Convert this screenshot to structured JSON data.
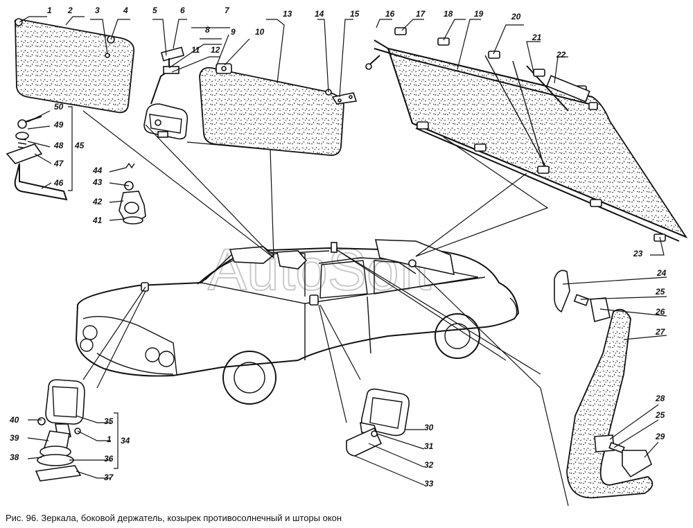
{
  "watermark": "AutoSoft",
  "caption": "Рис. 96. Зеркала, боковой держатель, козырек противосолнечный и шторы окон",
  "callouts": [
    {
      "id": "c1",
      "text": "1"
    },
    {
      "id": "c2",
      "text": "2"
    },
    {
      "id": "c3",
      "text": "3"
    },
    {
      "id": "c4",
      "text": "4"
    },
    {
      "id": "c5",
      "text": "5"
    },
    {
      "id": "c6",
      "text": "6"
    },
    {
      "id": "c7",
      "text": "7"
    },
    {
      "id": "c8",
      "text": "8"
    },
    {
      "id": "c9",
      "text": "9"
    },
    {
      "id": "c10",
      "text": "10"
    },
    {
      "id": "c11",
      "text": "11"
    },
    {
      "id": "c12",
      "text": "12"
    },
    {
      "id": "c13",
      "text": "13"
    },
    {
      "id": "c14",
      "text": "14"
    },
    {
      "id": "c15",
      "text": "15"
    },
    {
      "id": "c16",
      "text": "16"
    },
    {
      "id": "c17",
      "text": "17"
    },
    {
      "id": "c18",
      "text": "18"
    },
    {
      "id": "c19",
      "text": "19"
    },
    {
      "id": "c20",
      "text": "20"
    },
    {
      "id": "c21",
      "text": "21"
    },
    {
      "id": "c22",
      "text": "22"
    },
    {
      "id": "c23",
      "text": "23"
    },
    {
      "id": "c24",
      "text": "24"
    },
    {
      "id": "c25a",
      "text": "25"
    },
    {
      "id": "c26",
      "text": "26"
    },
    {
      "id": "c27",
      "text": "27"
    },
    {
      "id": "c28",
      "text": "28"
    },
    {
      "id": "c25b",
      "text": "25"
    },
    {
      "id": "c29",
      "text": "29"
    },
    {
      "id": "c30",
      "text": "30"
    },
    {
      "id": "c31",
      "text": "31"
    },
    {
      "id": "c32",
      "text": "32"
    },
    {
      "id": "c33",
      "text": "33"
    },
    {
      "id": "c35",
      "text": "35"
    },
    {
      "id": "c1b",
      "text": "1"
    },
    {
      "id": "c34",
      "text": "34"
    },
    {
      "id": "c36",
      "text": "36"
    },
    {
      "id": "c37",
      "text": "37"
    },
    {
      "id": "c40",
      "text": "40"
    },
    {
      "id": "c39",
      "text": "39"
    },
    {
      "id": "c38",
      "text": "38"
    },
    {
      "id": "c44",
      "text": "44"
    },
    {
      "id": "c43",
      "text": "43"
    },
    {
      "id": "c42",
      "text": "42"
    },
    {
      "id": "c41",
      "text": "41"
    },
    {
      "id": "c50",
      "text": "50"
    },
    {
      "id": "c49",
      "text": "49"
    },
    {
      "id": "c48",
      "text": "48"
    },
    {
      "id": "c45",
      "text": "45"
    },
    {
      "id": "c47",
      "text": "47"
    },
    {
      "id": "c46",
      "text": "46"
    }
  ]
}
